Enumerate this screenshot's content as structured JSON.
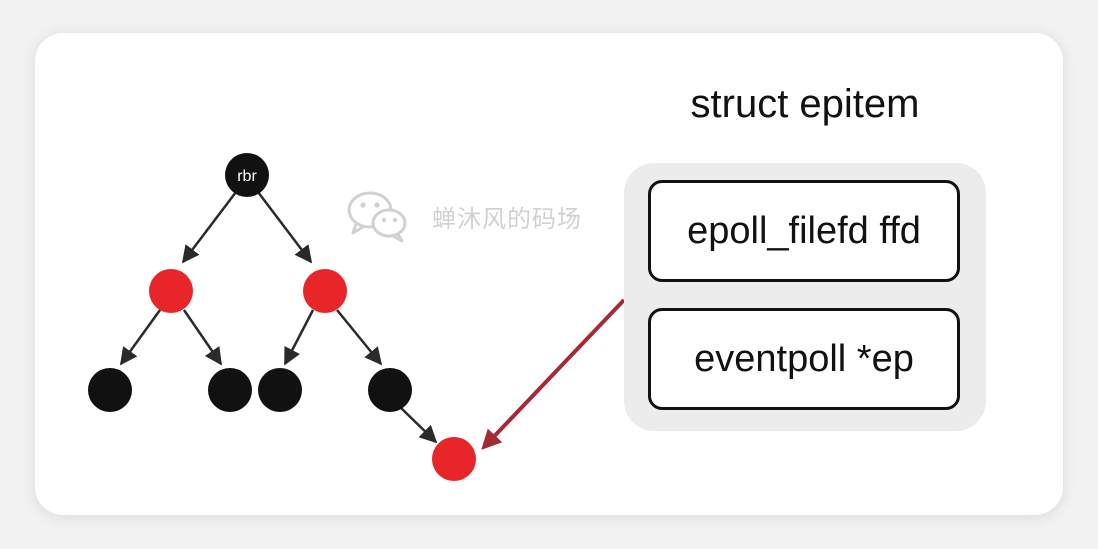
{
  "tree": {
    "root_label": "rbr",
    "nodes": [
      {
        "id": "root",
        "color": "black",
        "label": "rbr"
      },
      {
        "id": "red-left",
        "color": "red"
      },
      {
        "id": "red-right",
        "color": "red"
      },
      {
        "id": "black-ll",
        "color": "black"
      },
      {
        "id": "black-lr",
        "color": "black"
      },
      {
        "id": "black-rl",
        "color": "black"
      },
      {
        "id": "black-rr",
        "color": "black"
      },
      {
        "id": "red-new",
        "color": "red"
      }
    ],
    "edges": [
      [
        "root",
        "red-left"
      ],
      [
        "root",
        "red-right"
      ],
      [
        "red-left",
        "black-ll"
      ],
      [
        "red-left",
        "black-lr"
      ],
      [
        "red-right",
        "black-rl"
      ],
      [
        "red-right",
        "black-rr"
      ],
      [
        "black-rr",
        "red-new"
      ]
    ]
  },
  "struct": {
    "title": "struct epitem",
    "fields": [
      "epoll_filefd ffd",
      "eventpoll *ep"
    ]
  },
  "watermark": {
    "text": "蝉沐风的码场",
    "icon": "wechat-icon"
  },
  "colors": {
    "black_node": "#111111",
    "red_node": "#e8262a",
    "pointer_arrow": "#a52a33",
    "panel": "#ececec"
  }
}
